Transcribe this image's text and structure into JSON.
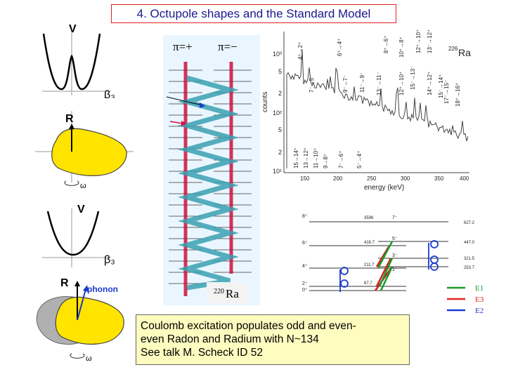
{
  "title": "4. Octupole shapes and the Standard Model",
  "caption": {
    "line1": "Coulomb excitation populates odd and even-",
    "line2": "even Radon and Radium with N~134",
    "line3": "See talk M. Scheck ID 52"
  },
  "potentials": {
    "top": {
      "ylabel": "V",
      "xlabel": "β₃"
    },
    "bottom": {
      "ylabel": "V",
      "xlabel": "β₃"
    }
  },
  "shapes": {
    "top": {
      "axis_label": "R",
      "rotation_label": "ω"
    },
    "bottom": {
      "axis_label": "R",
      "rotation_label": "ω",
      "phonon_label": "phonon"
    }
  },
  "level_scheme_220": {
    "header_pos": "π=+",
    "header_neg": "π=−",
    "nucleus_mass": "220",
    "nucleus_symbol": "Ra"
  },
  "spectrum": {
    "isotope_mass": "226",
    "isotope_symbol": "Ra",
    "ylabel": "counts",
    "xlabel": "energy (keV)",
    "y_ticks": [
      "10³",
      "5",
      "2",
      "10²",
      "5",
      "2",
      "10¹"
    ],
    "x_ticks": [
      "150",
      "200",
      "250",
      "300",
      "350",
      "400"
    ],
    "peak_labels": [
      "4⁺→2⁺",
      "6⁺→4⁺",
      "8⁺→6⁺",
      "10⁺→8⁺",
      "12⁺→10⁺",
      "13⁻→12⁺",
      "7⁻→5⁻",
      "9⁻→7⁻",
      "11⁻→9⁻",
      "13⁻→11⁻",
      "12⁺→10⁺",
      "15⁻→13⁻",
      "14⁺→12⁺",
      "15⁻→14⁺",
      "17⁻→15⁻",
      "18⁺→16⁺",
      "15→14⁺",
      "13→12⁺",
      "11→10⁺",
      "9→8⁺",
      "7⁻→6⁺",
      "5⁻→4⁺"
    ]
  },
  "decay_scheme": {
    "left_levels": [
      {
        "spin": "8⁺",
        "energy": "3596"
      },
      {
        "spin": "6⁺",
        "energy": "416.7"
      },
      {
        "spin": "4⁺",
        "energy": "211.7"
      },
      {
        "spin": "2⁺",
        "energy": "67.7"
      },
      {
        "spin": "0⁺",
        "energy": ""
      }
    ],
    "right_levels": [
      {
        "spin": "7⁻",
        "energy": "627.2"
      },
      {
        "spin": "5⁻",
        "energy": "447.0"
      },
      {
        "spin": "3⁻",
        "energy": "321.5"
      },
      {
        "spin": "1⁻",
        "energy": "253.7"
      }
    ],
    "legend": [
      {
        "label": "E1",
        "color": "#1a9a2a"
      },
      {
        "label": "E3",
        "color": "#e02020"
      },
      {
        "label": "E2",
        "color": "#1a3ad0"
      }
    ]
  }
}
